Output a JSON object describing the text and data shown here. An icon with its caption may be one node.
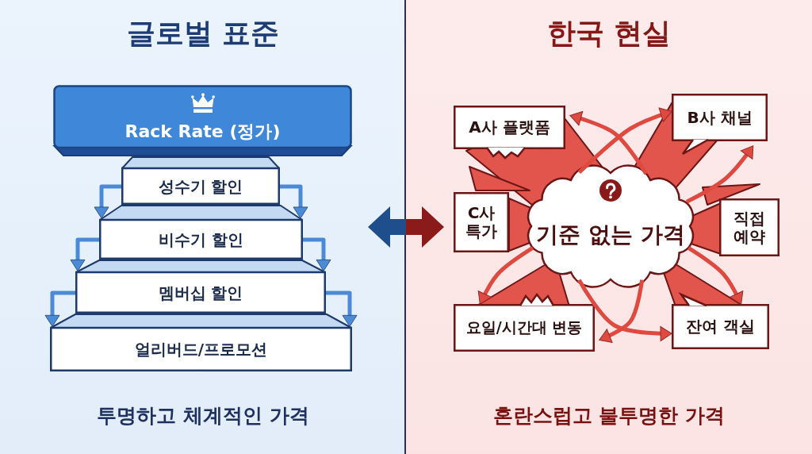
{
  "diagram": {
    "nodes": [
      {
        "text": [
          "글로벌 표준",
          "투명하고 체계적인 가격"
        ]
      },
      {
        "text": [
          "Rack Rate (정가)"
        ],
        "in": 0
      },
      {
        "text": [
          "성수기 할인"
        ],
        "in": 0
      },
      {
        "text": [
          "비수기 할인"
        ],
        "in": 0
      },
      {
        "text": [
          "멤버십 할인"
        ],
        "in": 0
      },
      {
        "text": [
          "얼리버드/프로모션"
        ],
        "in": 0
      },
      {
        "text": [
          "한국 현실",
          "혼란스럽고 불투명한 가격"
        ]
      },
      {
        "text": [
          "A사 플랫폼"
        ],
        "in": 6
      },
      {
        "text": [
          "B사 채널"
        ],
        "in": 6
      },
      {
        "text": [
          "C사 특가"
        ],
        "in": 6
      },
      {
        "text": [
          "기준 없는 가격"
        ],
        "in": 6
      },
      {
        "text": [
          "직접 예약"
        ],
        "in": 6
      },
      {
        "text": [
          "요일/시간대 변동"
        ],
        "in": 6
      },
      {
        "text": [
          "잔여 객실"
        ],
        "in": 6
      }
    ],
    "edges": [
      {
        "from": 0,
        "to": 6,
        "arrow": "both",
        "style": "thick",
        "color": "#1f4e8c"
      },
      {
        "from": 2,
        "to": 3,
        "arrow": "to",
        "color": "#4a8ad6"
      },
      {
        "from": 2,
        "to": 3,
        "arrow": "to",
        "color": "#4a8ad6"
      },
      {
        "from": 3,
        "to": 4,
        "arrow": "to",
        "color": "#4a8ad6"
      },
      {
        "from": 3,
        "to": 4,
        "arrow": "to",
        "color": "#4a8ad6"
      },
      {
        "from": 4,
        "to": 5,
        "arrow": "to",
        "color": "#4a8ad6"
      },
      {
        "from": 4,
        "to": 5,
        "arrow": "to",
        "color": "#4a8ad6"
      },
      {
        "from": 10,
        "to": 7,
        "arrow": "to"
      },
      {
        "from": 10,
        "to": 8,
        "arrow": "to"
      },
      {
        "from": 10,
        "to": 8,
        "arrow": "to"
      },
      {
        "from": 10,
        "to": 13,
        "arrow": "to"
      },
      {
        "from": 10,
        "to": 12,
        "arrow": "to"
      },
      {
        "from": 10,
        "to": 12,
        "arrow": "to"
      },
      {
        "from": 10,
        "to": 13,
        "arrow": "to"
      }
    ]
  }
}
